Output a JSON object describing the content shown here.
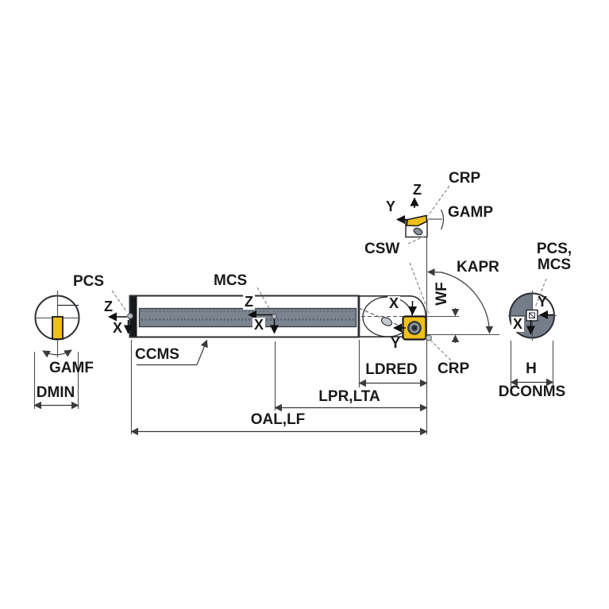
{
  "diagram": {
    "kind": "boring-bar-dimension-drawing",
    "labels": {
      "pcs_left": "PCS",
      "mcs": "MCS",
      "ccms": "CCMS",
      "crp_top": "CRP",
      "gamp": "GAMP",
      "csw": "CSW",
      "kapr": "KAPR",
      "wf": "WF",
      "crp_bottom": "CRP",
      "ldred": "LDRED",
      "lpr_lta": "LPR,LTA",
      "oal_lf": "OAL,LF",
      "gamf": "GAMF",
      "dmin": "DMIN",
      "pcs_mcs_line1": "PCS,",
      "pcs_mcs_line2": "MCS",
      "h": "H",
      "dconms": "DCONMS"
    },
    "axis_labels": {
      "left_z": "Z",
      "left_x": "X",
      "mid_z": "Z",
      "mid_x": "X",
      "detail_z": "Z",
      "detail_y": "Y",
      "tip_x": "X",
      "tip_y": "Y",
      "right_y": "Y",
      "right_x": "X"
    },
    "colors": {
      "insert": "#efbf1c",
      "bar_body": "#6c7380",
      "bar_head": "#9fa6b0",
      "face": "#b2b8c2",
      "shank": "#747d89",
      "line": "#3a3a3a",
      "text": "#1a1a1a"
    }
  }
}
